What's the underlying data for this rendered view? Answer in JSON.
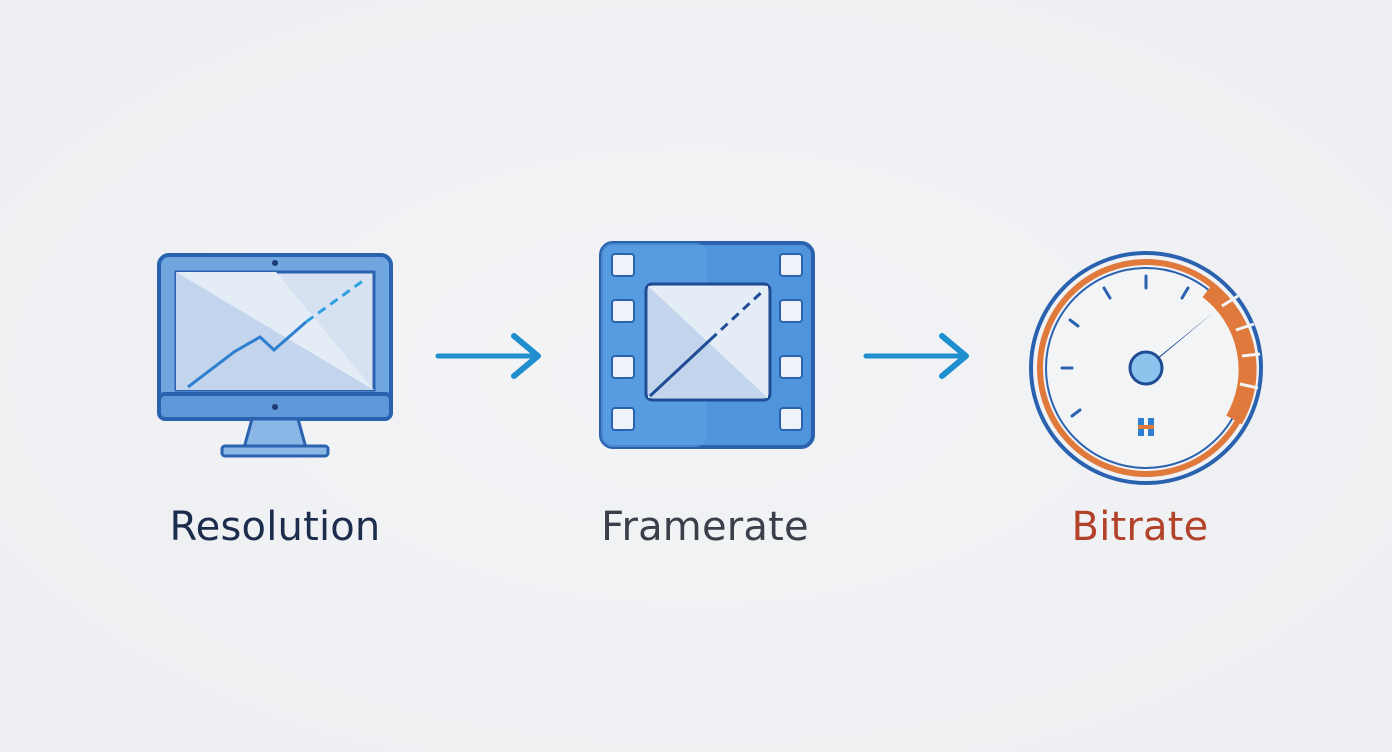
{
  "steps": [
    {
      "label": "Resolution",
      "icon": "monitor-chart-icon",
      "color": "#1c2c4c"
    },
    {
      "label": "Framerate",
      "icon": "film-frame-icon",
      "color": "#3a3f4a"
    },
    {
      "label": "Bitrate",
      "icon": "speedometer-gauge-icon",
      "color": "#b2432a"
    }
  ],
  "connectors": [
    {
      "icon": "arrow-right-icon"
    },
    {
      "icon": "arrow-right-icon"
    }
  ],
  "colors": {
    "background": "#eef0f3",
    "icon_blue": "#2f6fbf",
    "icon_fill_light": "#cfdcee",
    "arrow_blue": "#1f8fd0",
    "gauge_orange": "#e07a3c"
  }
}
